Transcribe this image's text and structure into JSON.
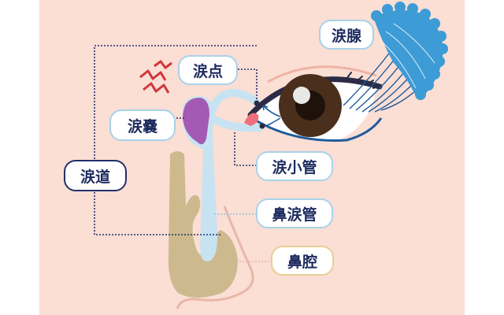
{
  "labels": {
    "lacrimal_gland": "涙腺",
    "lacrimal_punctum": "涙点",
    "lacrimal_sac": "涙嚢",
    "lacrimal_passage": "涙道",
    "lacrimal_canaliculus": "涙小管",
    "nasolacrimal_duct": "鼻涙管",
    "nasal_cavity": "鼻腔"
  },
  "colors": {
    "background": "#fbded4",
    "label_border_blue": "#a9d2ea",
    "label_border_tan": "#e7cf94",
    "label_border_navy": "#22306a",
    "label_text": "#1c2a5e",
    "duct": "#c7e3f2",
    "sac": "#a45ab4",
    "nasal_cavity": "#cdb98e",
    "gland": "#3d9bd6",
    "iris": "#4a2f1d",
    "pain_mark": "#d0363b"
  }
}
